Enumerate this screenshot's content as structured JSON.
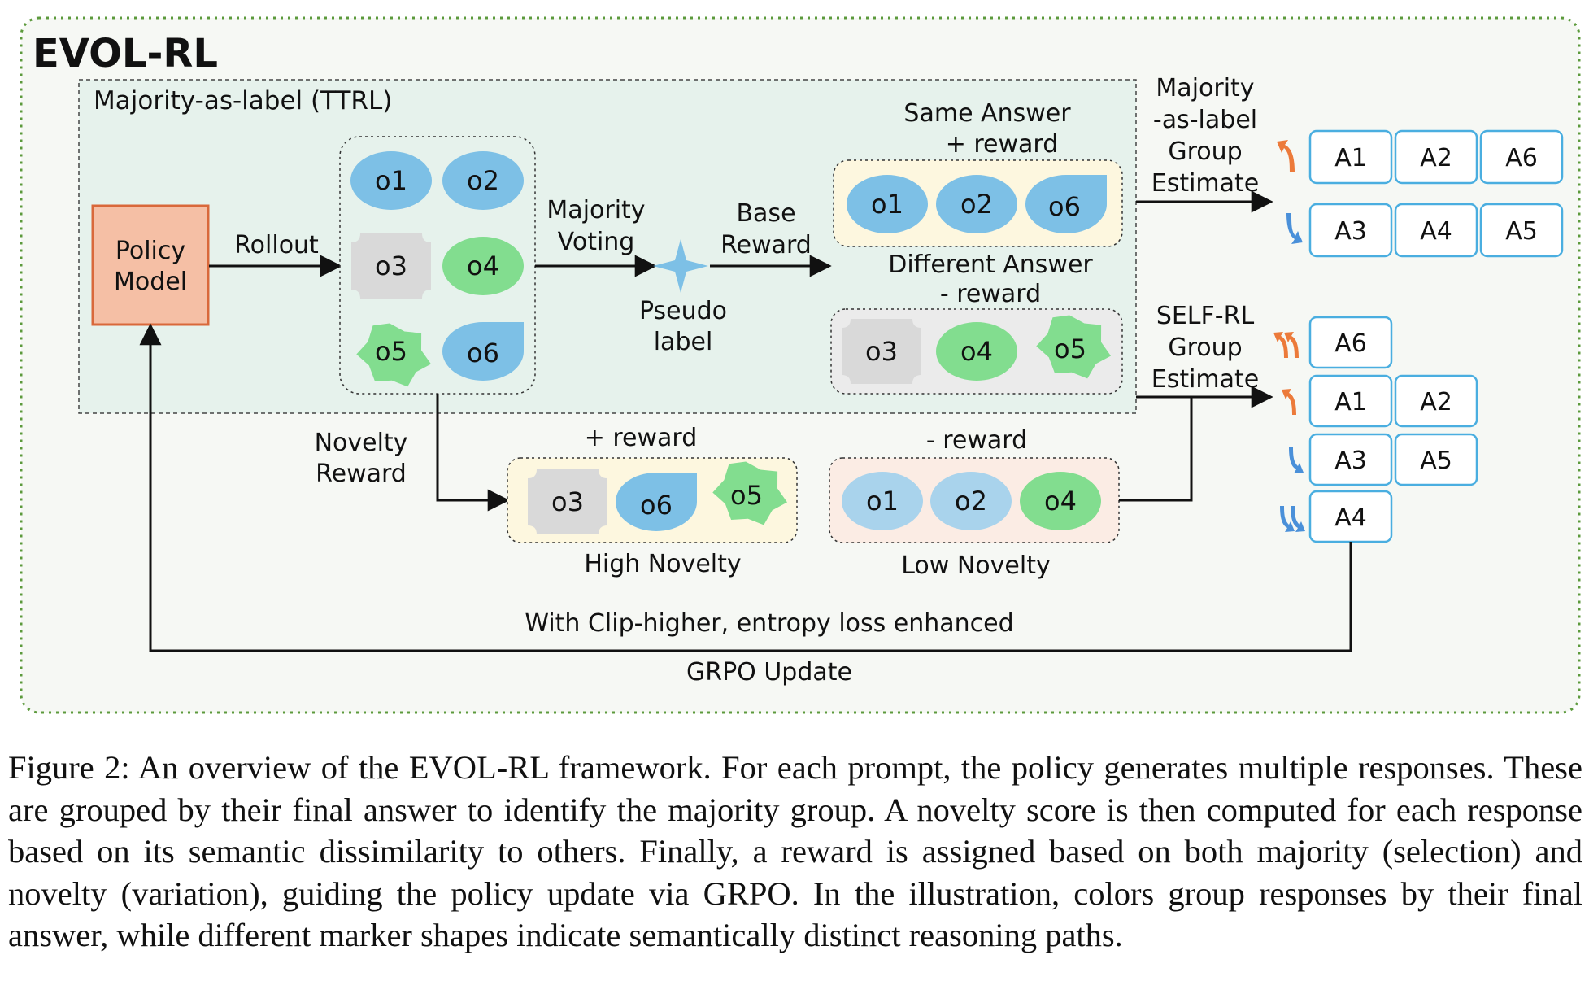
{
  "title": "EVOL-RL",
  "ttrl_label": "Majority-as-label (TTRL)",
  "policy_model": [
    "Policy",
    "Model"
  ],
  "rollout": "Rollout",
  "majority_voting": [
    "Majority",
    "Voting"
  ],
  "pseudo_label": [
    "Pseudo",
    "label"
  ],
  "base_reward": [
    "Base",
    "Reward"
  ],
  "same_answer": [
    "Same Answer",
    "+ reward"
  ],
  "different_answer": [
    "Different Answer",
    "- reward"
  ],
  "rollout_outputs": [
    "o1",
    "o2",
    "o3",
    "o4",
    "o5",
    "o6"
  ],
  "same_group": [
    "o1",
    "o2",
    "o6"
  ],
  "different_group": [
    "o3",
    "o4",
    "o5"
  ],
  "novelty_reward": [
    "Novelty",
    "Reward"
  ],
  "high_novelty": {
    "header": "+ reward",
    "footer": "High Novelty",
    "items": [
      "o3",
      "o6",
      "o5"
    ]
  },
  "low_novelty": {
    "header": "- reward",
    "footer": "Low Novelty",
    "items": [
      "o1",
      "o2",
      "o4"
    ]
  },
  "majority_group_estimate": [
    "Majority",
    "-as-label",
    "Group",
    "Estimate"
  ],
  "self_rl_group_estimate": [
    "SELF-RL",
    "Group",
    "Estimate"
  ],
  "majority_answers": {
    "row1": [
      "A1",
      "A2",
      "A6"
    ],
    "row2": [
      "A3",
      "A4",
      "A5"
    ]
  },
  "self_rl_answers": {
    "row1": [
      "A6"
    ],
    "row2": [
      "A1",
      "A2"
    ],
    "row3": [
      "A3",
      "A5"
    ],
    "row4": [
      "A4"
    ]
  },
  "clip_higher": "With Clip-higher, entropy loss enhanced",
  "grpo_update": "GRPO Update",
  "caption": "Figure 2: An overview of the EVOL-RL framework. For each prompt, the policy generates multiple responses. These are grouped by their final answer to identify the majority group. A novelty score is then computed for each response based on its semantic dissimilarity to others. Finally, a reward is assigned based on both majority (selection) and novelty (variation), guiding the policy update via GRPO. In the illustration, colors group responses by their final answer, while different marker shapes indicate semantically distinct reasoning paths.",
  "colors": {
    "frame_green": "#5c9a3c",
    "ttrl_fill": "#e6f2ec",
    "policy_fill": "#f5bfa5",
    "policy_border": "#d9683a",
    "blue": "#7dc0e6",
    "light_blue": "#a9d3ec",
    "green": "#82dd8f",
    "gray": "#d9d9d9",
    "answer_border": "#4aaee0",
    "up_arrow": "#ec7a3a",
    "down_arrow": "#4a90d9"
  }
}
